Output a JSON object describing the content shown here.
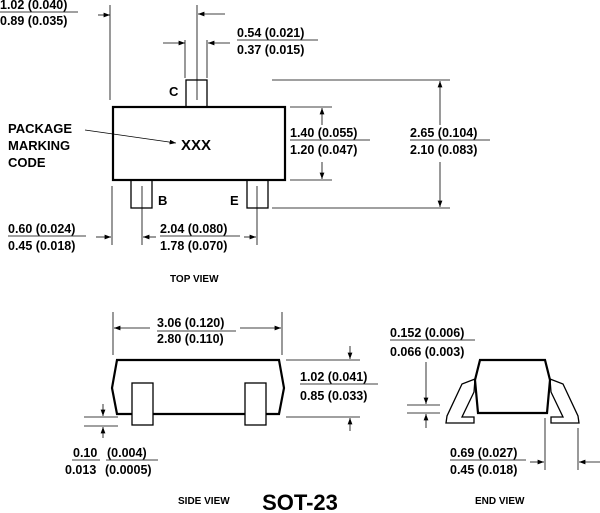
{
  "title": "SOT-23",
  "views": {
    "top": "TOP VIEW",
    "side": "SIDE VIEW",
    "end": "END VIEW"
  },
  "pins": {
    "c": "C",
    "b": "B",
    "e": "E"
  },
  "marking": {
    "line1": "PACKAGE",
    "line2": "MARKING",
    "line3": "CODE",
    "code": "XXX"
  },
  "dimensions": {
    "lead_offset": {
      "max": "1.02 (0.040)",
      "min": "0.89 (0.035)"
    },
    "lead_width": {
      "max": "0.54 (0.021)",
      "min": "0.37 (0.015)"
    },
    "body_width": {
      "max": "1.40 (0.055)",
      "min": "1.20 (0.047)"
    },
    "overall_width": {
      "max": "2.65 (0.104)",
      "min": "2.10 (0.083)"
    },
    "lead_edge": {
      "max": "0.60 (0.024)",
      "min": "0.45 (0.018)"
    },
    "pin_pitch": {
      "max": "2.04 (0.080)",
      "min": "1.78 (0.070)"
    },
    "body_length": {
      "max": "3.06 (0.120)",
      "min": "2.80 (0.110)"
    },
    "body_height": {
      "max": "1.02 (0.041)",
      "min": "0.85 (0.033)"
    },
    "standoff": {
      "max_a": "0.10",
      "max_b": "(0.004)",
      "min_a": "0.013",
      "min_b": "(0.0005)"
    },
    "lead_thickness": {
      "max": "0.152 (0.006)",
      "min": "0.066 (0.003)"
    },
    "foot_length": {
      "max": "0.69 (0.027)",
      "min": "0.45 (0.018)"
    }
  }
}
